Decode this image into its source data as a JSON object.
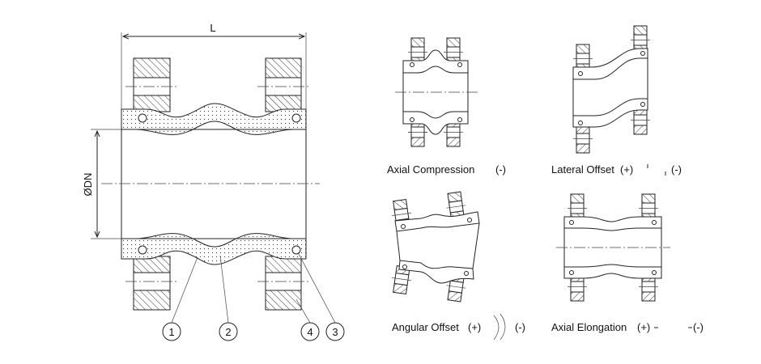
{
  "main_drawing": {
    "length_label": "L",
    "diameter_label": "ØDN",
    "callouts": [
      "1",
      "2",
      "4",
      "3"
    ]
  },
  "movements": [
    {
      "label": "Axial Compression",
      "sign": "(-)"
    },
    {
      "label": "Lateral Offset",
      "sign_plus": "(+)",
      "sign_minus": "(-)"
    },
    {
      "label": "Angular Offset",
      "sign_plus": "(+)",
      "sign_minus": "(-)"
    },
    {
      "label": "Axial Elongation",
      "sign_plus": "(+)",
      "sign_minus": "(-)"
    }
  ]
}
